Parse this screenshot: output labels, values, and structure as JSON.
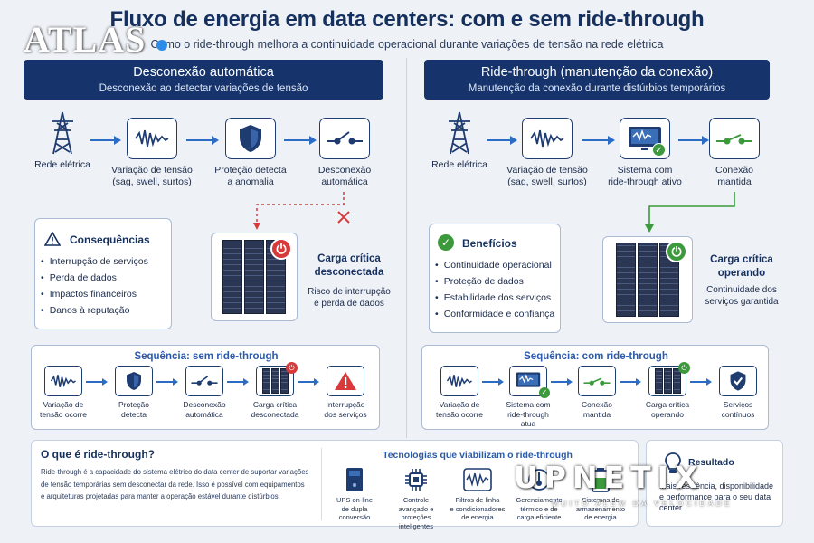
{
  "page": {
    "title": "Fluxo de energia em data centers: com e sem ride-through",
    "subtitle": "Como o ride-through melhora a continuidade operacional durante variações de tensão na rede elétrica",
    "watermark_left": "ATLAS",
    "watermark_right": "UPNETIX",
    "watermark_right_tagline": "MUITO ALÉM DA VELOCIDADE"
  },
  "left": {
    "header_title": "Desconexão automática",
    "header_subtitle": "Desconexão ao detectar variações de tensão",
    "flow": [
      {
        "label": "Rede elétrica",
        "icon": "power-tower-icon"
      },
      {
        "label": "Variação de tensão\n(sag, swell, surtos)",
        "icon": "sine-wave-icon"
      },
      {
        "label": "Proteção detecta\na anomalia",
        "icon": "shield-icon"
      },
      {
        "label": "Desconexão\nautomática",
        "icon": "open-switch-icon"
      }
    ],
    "card_title": "Consequências",
    "card_items": [
      "Interrupção de serviços",
      "Perda de dados",
      "Impactos financeiros",
      "Danos à reputação"
    ],
    "server_title": "Carga crítica\ndesconectada",
    "server_desc": "Risco de interrupção\ne perda de dados",
    "sequence_title": "Sequência: sem ride-through",
    "sequence": [
      {
        "label": "Variação de\ntensão ocorre",
        "icon": "sine-wave-icon"
      },
      {
        "label": "Proteção\ndetecta",
        "icon": "shield-icon"
      },
      {
        "label": "Desconexão\nautomática",
        "icon": "open-switch-icon"
      },
      {
        "label": "Carga crítica\ndesconectada",
        "icon": "server-off-icon"
      },
      {
        "label": "Interrupção\ndos serviços",
        "icon": "warning-icon"
      }
    ]
  },
  "right": {
    "header_title": "Ride-through (manutenção da conexão)",
    "header_subtitle": "Manutenção da conexão durante distúrbios temporários",
    "flow": [
      {
        "label": "Rede elétrica",
        "icon": "power-tower-icon"
      },
      {
        "label": "Variação de tensão\n(sag, swell, surtos)",
        "icon": "sine-wave-icon"
      },
      {
        "label": "Sistema com\nride-through ativo",
        "icon": "monitor-check-icon"
      },
      {
        "label": "Conexão\nmantida",
        "icon": "closed-switch-icon"
      }
    ],
    "card_title": "Benefícios",
    "card_items": [
      "Continuidade operacional",
      "Proteção de dados",
      "Estabilidade dos serviços",
      "Conformidade e confiança"
    ],
    "server_title": "Carga crítica\noperando",
    "server_desc": "Continuidade dos\nserviços garantida",
    "sequence_title": "Sequência: com ride-through",
    "sequence": [
      {
        "label": "Variação de\ntensão ocorre",
        "icon": "sine-wave-icon"
      },
      {
        "label": "Sistema com\nride-through\natua",
        "icon": "monitor-check-icon"
      },
      {
        "label": "Conexão\nmantida",
        "icon": "closed-switch-icon"
      },
      {
        "label": "Carga crítica\noperando",
        "icon": "server-on-icon"
      },
      {
        "label": "Serviços\ncontínuos",
        "icon": "shield-check-icon"
      }
    ]
  },
  "bottom": {
    "what_title": "O que é ride-through?",
    "what_text": "Ride-through é a capacidade do sistema elétrico do data center de suportar variações de tensão temporárias sem desconectar da rede. Isso é possível com equipamentos e arquiteturas projetadas para manter a operação estável durante distúrbios.",
    "tech_title": "Tecnologias que viabilizam o ride-through",
    "tech": [
      {
        "label": "UPS on-line\nde dupla\nconversão",
        "icon": "ups-icon"
      },
      {
        "label": "Controle\navançado e\nproteções inteligentes",
        "icon": "chip-icon"
      },
      {
        "label": "Filtros de linha\ne condicionadores\nde energia",
        "icon": "filter-wave-icon"
      },
      {
        "label": "Gerenciamento\ntérmico e de\ncarga eficiente",
        "icon": "thermal-icon"
      },
      {
        "label": "Sistemas de\narmazenamento\nde energia",
        "icon": "battery-icon"
      }
    ],
    "result_title": "Resultado",
    "result_text": "Mais resiliência, disponibilidade e performance para o seu data center."
  },
  "colors": {
    "navy": "#16336b",
    "accent_blue": "#2b6cc4",
    "danger_red": "#d63a3a",
    "success_green": "#3c9a3c"
  }
}
